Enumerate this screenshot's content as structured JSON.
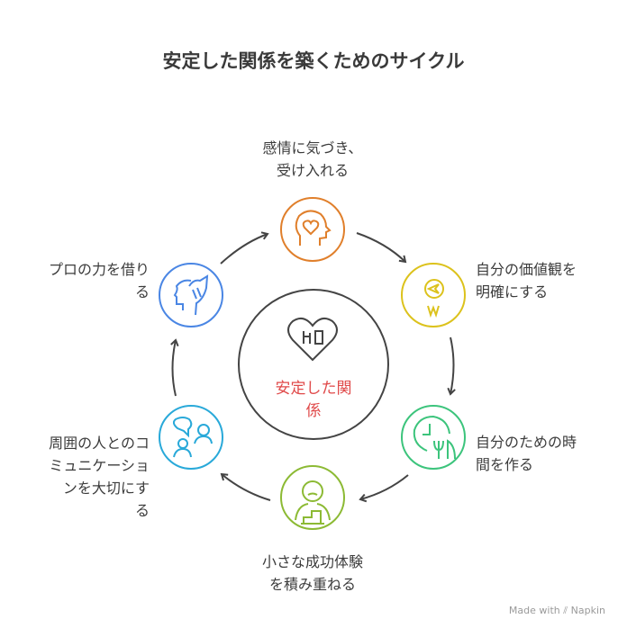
{
  "title": "安定した関係を築くためのサイクル",
  "center": {
    "line1": "安定した関",
    "line2": "係",
    "icon": "heart-book-icon"
  },
  "steps": [
    {
      "lines": [
        "感情に気づき、",
        "受け入れる"
      ],
      "icon": "head-heart-icon",
      "color": "#e07f2b"
    },
    {
      "lines": [
        "自分の価値観を",
        "明確にする"
      ],
      "icon": "compass-icon",
      "color": "#dcc21c"
    },
    {
      "lines": [
        "自分のための時",
        "間を作る"
      ],
      "icon": "clock-plant-icon",
      "color": "#3cc47c"
    },
    {
      "lines": [
        "小さな成功体験",
        "を積み重ねる"
      ],
      "icon": "person-steps-icon",
      "color": "#8cba34"
    },
    {
      "lines": [
        "周囲の人とのコ",
        "ミュニケーショ",
        "ンを大切にす",
        "る"
      ],
      "icon": "people-chat-icon",
      "color": "#29a9d9"
    },
    {
      "lines": [
        "プロの力を借り",
        "る"
      ],
      "icon": "helping-hand-icon",
      "color": "#4a86e4"
    }
  ],
  "footer": "Made with ⫽ Napkin"
}
